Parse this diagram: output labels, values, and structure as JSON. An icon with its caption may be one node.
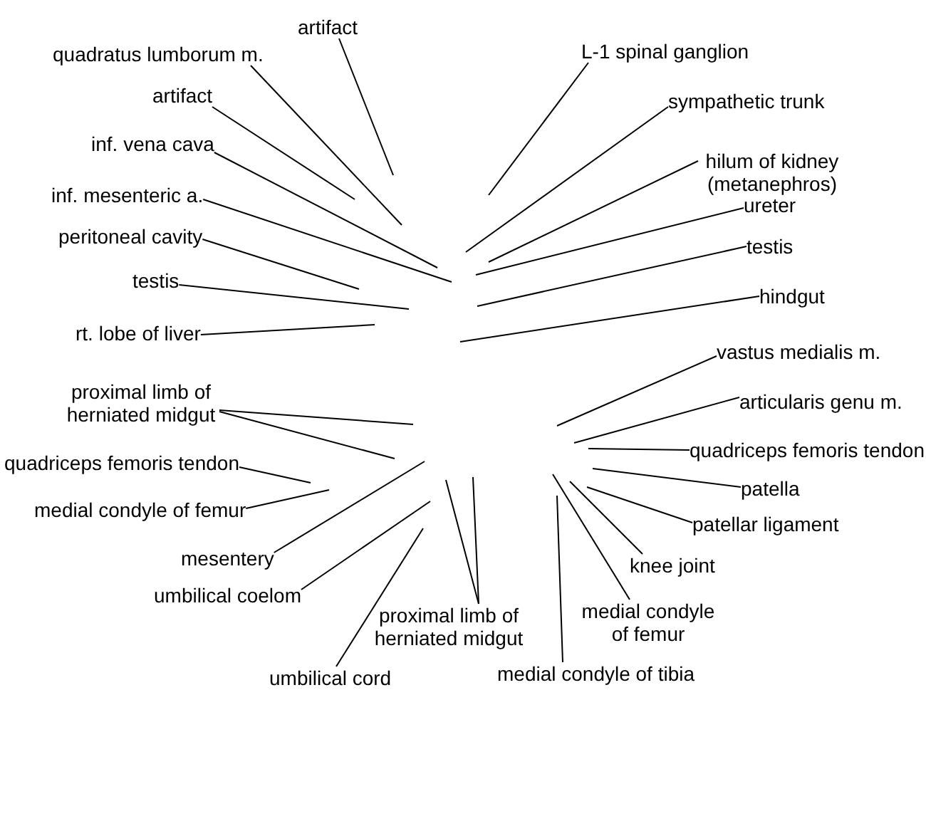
{
  "diagram": {
    "nodes": [
      {
        "text": [
          "artifact"
        ]
      },
      {
        "text": [
          "L-1 spinal ganglion"
        ]
      },
      {
        "text": [
          "quadratus lumborum m."
        ]
      },
      {
        "text": [
          "artifact"
        ]
      },
      {
        "text": [
          "sympathetic trunk"
        ]
      },
      {
        "text": [
          "inf. vena cava"
        ]
      },
      {
        "text": [
          "hilum of kidney (metanephros)"
        ]
      },
      {
        "text": [
          "inf. mesenteric a."
        ]
      },
      {
        "text": [
          "ureter"
        ]
      },
      {
        "text": [
          "peritoneal cavity"
        ]
      },
      {
        "text": [
          "testis"
        ]
      },
      {
        "text": [
          "testis"
        ]
      },
      {
        "text": [
          "hindgut"
        ]
      },
      {
        "text": [
          "rt. lobe of liver"
        ]
      },
      {
        "text": [
          "vastus medialis m."
        ]
      },
      {
        "text": [
          "proximal limb of herniated midgut"
        ]
      },
      {
        "text": [
          "articularis genu m."
        ]
      },
      {
        "text": [
          "quadriceps femoris tendon"
        ]
      },
      {
        "text": [
          "quadriceps femoris tendon"
        ]
      },
      {
        "text": [
          "patella"
        ]
      },
      {
        "text": [
          "medial condyle of femur"
        ]
      },
      {
        "text": [
          "patellar ligament"
        ]
      },
      {
        "text": [
          "mesentery"
        ]
      },
      {
        "text": [
          "knee joint"
        ]
      },
      {
        "text": [
          "umbilical coelom"
        ]
      },
      {
        "text": [
          "medial condyle of femur"
        ]
      },
      {
        "text": [
          "proximal limb of herniated midgut"
        ]
      },
      {
        "text": [
          "medial condyle of tibia"
        ]
      },
      {
        "text": [
          "umbilical cord"
        ]
      }
    ],
    "edges": [
      {
        "from": 0,
        "to": null,
        "arrow": "none"
      },
      {
        "from": 1,
        "to": null,
        "arrow": "none"
      },
      {
        "from": 2,
        "to": null,
        "arrow": "none"
      },
      {
        "from": 3,
        "to": null,
        "arrow": "none"
      },
      {
        "from": 4,
        "to": null,
        "arrow": "none"
      },
      {
        "from": 5,
        "to": null,
        "arrow": "none"
      },
      {
        "from": 6,
        "to": null,
        "arrow": "none"
      },
      {
        "from": 7,
        "to": null,
        "arrow": "none"
      },
      {
        "from": 8,
        "to": null,
        "arrow": "none"
      },
      {
        "from": 9,
        "to": null,
        "arrow": "none"
      },
      {
        "from": 10,
        "to": null,
        "arrow": "none"
      },
      {
        "from": 11,
        "to": null,
        "arrow": "none"
      },
      {
        "from": 12,
        "to": null,
        "arrow": "none"
      },
      {
        "from": 13,
        "to": null,
        "arrow": "none"
      },
      {
        "from": 14,
        "to": null,
        "arrow": "none"
      },
      {
        "from": 15,
        "to": null,
        "arrow": "none"
      },
      {
        "from": 15,
        "to": null,
        "arrow": "none"
      },
      {
        "from": 16,
        "to": null,
        "arrow": "none"
      },
      {
        "from": 17,
        "to": null,
        "arrow": "none"
      },
      {
        "from": 18,
        "to": null,
        "arrow": "none"
      },
      {
        "from": 19,
        "to": null,
        "arrow": "none"
      },
      {
        "from": 20,
        "to": null,
        "arrow": "none"
      },
      {
        "from": 21,
        "to": null,
        "arrow": "none"
      },
      {
        "from": 22,
        "to": null,
        "arrow": "none"
      },
      {
        "from": 23,
        "to": null,
        "arrow": "none"
      },
      {
        "from": 24,
        "to": null,
        "arrow": "none"
      },
      {
        "from": 25,
        "to": null,
        "arrow": "none"
      },
      {
        "from": 26,
        "to": null,
        "arrow": "none"
      },
      {
        "from": 26,
        "to": null,
        "arrow": "none"
      },
      {
        "from": 27,
        "to": null,
        "arrow": "none"
      },
      {
        "from": 28,
        "to": null,
        "arrow": "none"
      }
    ]
  }
}
